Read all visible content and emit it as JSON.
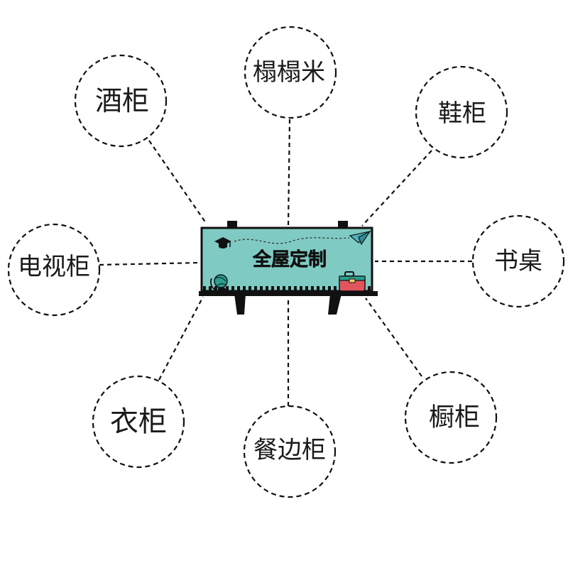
{
  "center": {
    "title": "全屋定制"
  },
  "nodes": [
    {
      "id": "tatami",
      "label": "榻榻米"
    },
    {
      "id": "shoe-cabinet",
      "label": "鞋柜"
    },
    {
      "id": "desk",
      "label": "书桌"
    },
    {
      "id": "kitchen-cabinet",
      "label": "橱柜"
    },
    {
      "id": "sideboard",
      "label": "餐边柜"
    },
    {
      "id": "wardrobe",
      "label": "衣柜"
    },
    {
      "id": "tv-cabinet",
      "label": "电视柜"
    },
    {
      "id": "wine-cabinet",
      "label": "酒柜"
    }
  ],
  "colors": {
    "board_fill": "#7fcbc4",
    "board_stroke": "#111111",
    "connector": "#111111",
    "node_stroke": "#111111",
    "suitcase": "#e0555e",
    "globe": "#2a9d8f",
    "plane": "#4fb3bf"
  },
  "icons": [
    "graduation-cap-icon",
    "paper-plane-icon",
    "globe-icon",
    "suitcase-icon"
  ]
}
